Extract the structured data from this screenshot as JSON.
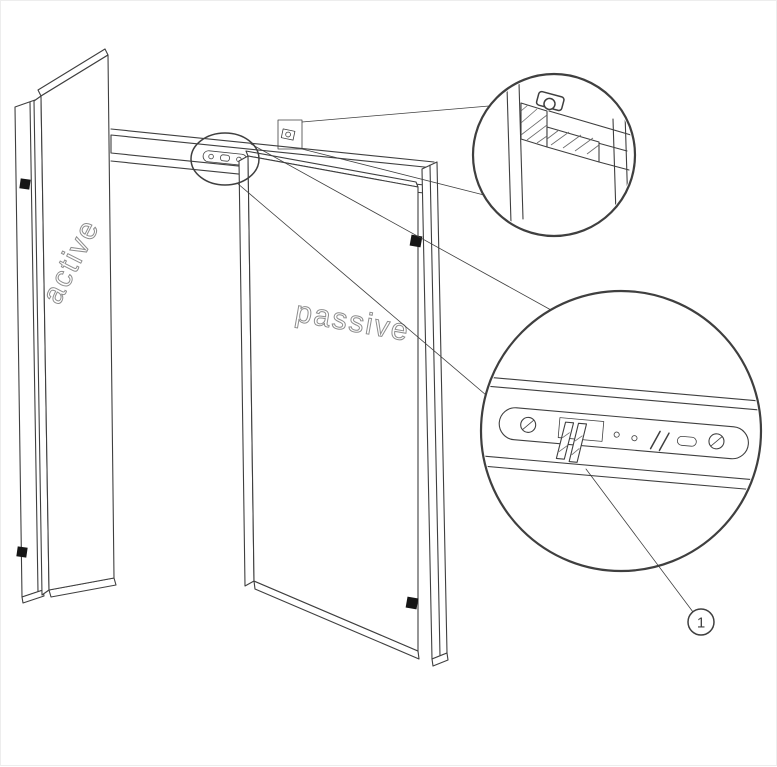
{
  "diagram": {
    "doors": {
      "active_label": "active",
      "passive_label": "passive"
    },
    "callouts": {
      "item_1": "1"
    },
    "colors": {
      "line": "#3f3f3f",
      "label_outline": "#8d8d8d",
      "hinge_fill": "#151515",
      "background": "#ffffff"
    }
  }
}
